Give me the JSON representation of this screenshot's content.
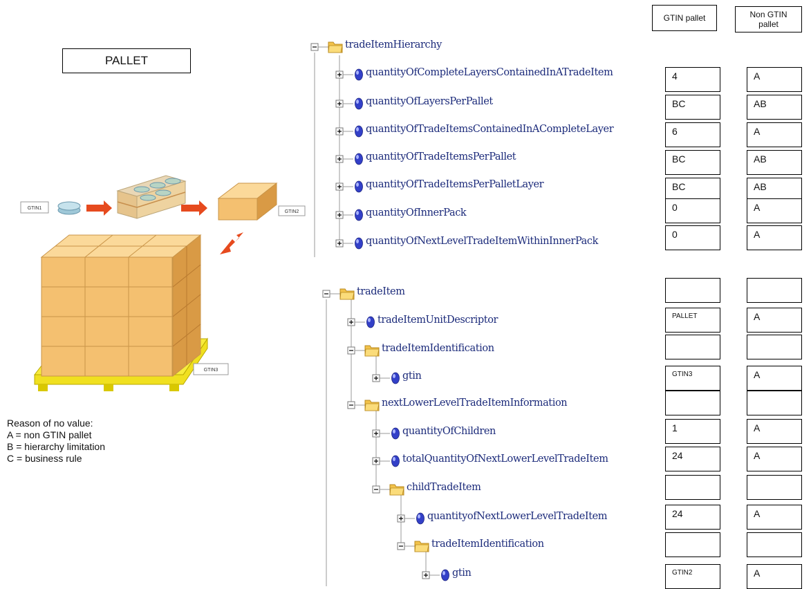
{
  "pallet_label": "PALLET",
  "headers": {
    "gtin_pallet": "GTIN pallet",
    "non_gtin_line1": "Non GTIN",
    "non_gtin_line2": "pallet"
  },
  "illustration": {
    "gtin1": "GTIN1",
    "gtin2": "GTIN2",
    "gtin3": "GTIN3"
  },
  "legend": {
    "title": "Reason of no value:",
    "a": "A = non GTIN pallet",
    "b": "B = hierarchy limitation",
    "c": "C = business rule"
  },
  "rows": [
    {
      "label": "tradeItemHierarchy",
      "type": "folder",
      "expander": "minus",
      "gtin": null,
      "non": null
    },
    {
      "label": "quantityOfCompleteLayersContainedInATradeItem",
      "type": "leaf",
      "expander": "plus",
      "gtin": "4",
      "non": "A"
    },
    {
      "label": "quantityOfLayersPerPallet",
      "type": "leaf",
      "expander": "plus",
      "gtin": "BC",
      "non": "AB"
    },
    {
      "label": "quantityOfTradeItemsContainedInACompleteLayer",
      "type": "leaf",
      "expander": "plus",
      "gtin": "6",
      "non": "A"
    },
    {
      "label": "quantityOfTradeItemsPerPallet",
      "type": "leaf",
      "expander": "plus",
      "gtin": "BC",
      "non": "AB"
    },
    {
      "label": "quantityOfTradeItemsPerPalletLayer",
      "type": "leaf",
      "expander": "plus",
      "gtin": "BC",
      "non": "AB"
    },
    {
      "label": "quantityOfInnerPack",
      "type": "leaf",
      "expander": "plus",
      "gtin": "0",
      "non": "A"
    },
    {
      "label": "quantityOfNextLevelTradeItemWithinInnerPack",
      "type": "leaf",
      "expander": "plus",
      "gtin": "0",
      "non": "A"
    },
    {
      "label": "tradeItem",
      "type": "folder",
      "expander": "minus",
      "gtin": "",
      "non": ""
    },
    {
      "label": "tradeItemUnitDescriptor",
      "type": "leaf",
      "expander": "plus",
      "gtin": "PALLET",
      "non": "A"
    },
    {
      "label": "tradeItemIdentification",
      "type": "folder",
      "expander": "minus",
      "gtin": "",
      "non": ""
    },
    {
      "label": "gtin",
      "type": "leaf",
      "expander": "plus",
      "gtin": "GTIN3",
      "non": "A"
    },
    {
      "label": "nextLowerLevelTradeItemInformation",
      "type": "folder",
      "expander": "minus",
      "gtin": "",
      "non": ""
    },
    {
      "label": "quantityOfChildren",
      "type": "leaf",
      "expander": "plus",
      "gtin": "1",
      "non": "A"
    },
    {
      "label": "totalQuantityOfNextLowerLevelTradeItem",
      "type": "leaf",
      "expander": "plus",
      "gtin": "24",
      "non": "A"
    },
    {
      "label": "childTradeItem",
      "type": "folder",
      "expander": "minus",
      "gtin": "",
      "non": ""
    },
    {
      "label": "quantityofNextLowerLevelTradeItem",
      "type": "leaf",
      "expander": "plus",
      "gtin": "24",
      "non": "A"
    },
    {
      "label": "tradeItemIdentification",
      "type": "folder",
      "expander": "minus",
      "gtin": "",
      "non": ""
    },
    {
      "label": "gtin",
      "type": "leaf",
      "expander": "plus",
      "gtin": "GTIN2",
      "non": "A"
    }
  ],
  "colors": {
    "box_face": "#f4c070",
    "box_top": "#fbd99a",
    "box_side": "#d99a45",
    "pallet": "#f0e020",
    "arrow": "#e64a1e",
    "tree_text": "#1b2a7a",
    "folder": "#f2c24a",
    "bullet": "#3340c8"
  }
}
